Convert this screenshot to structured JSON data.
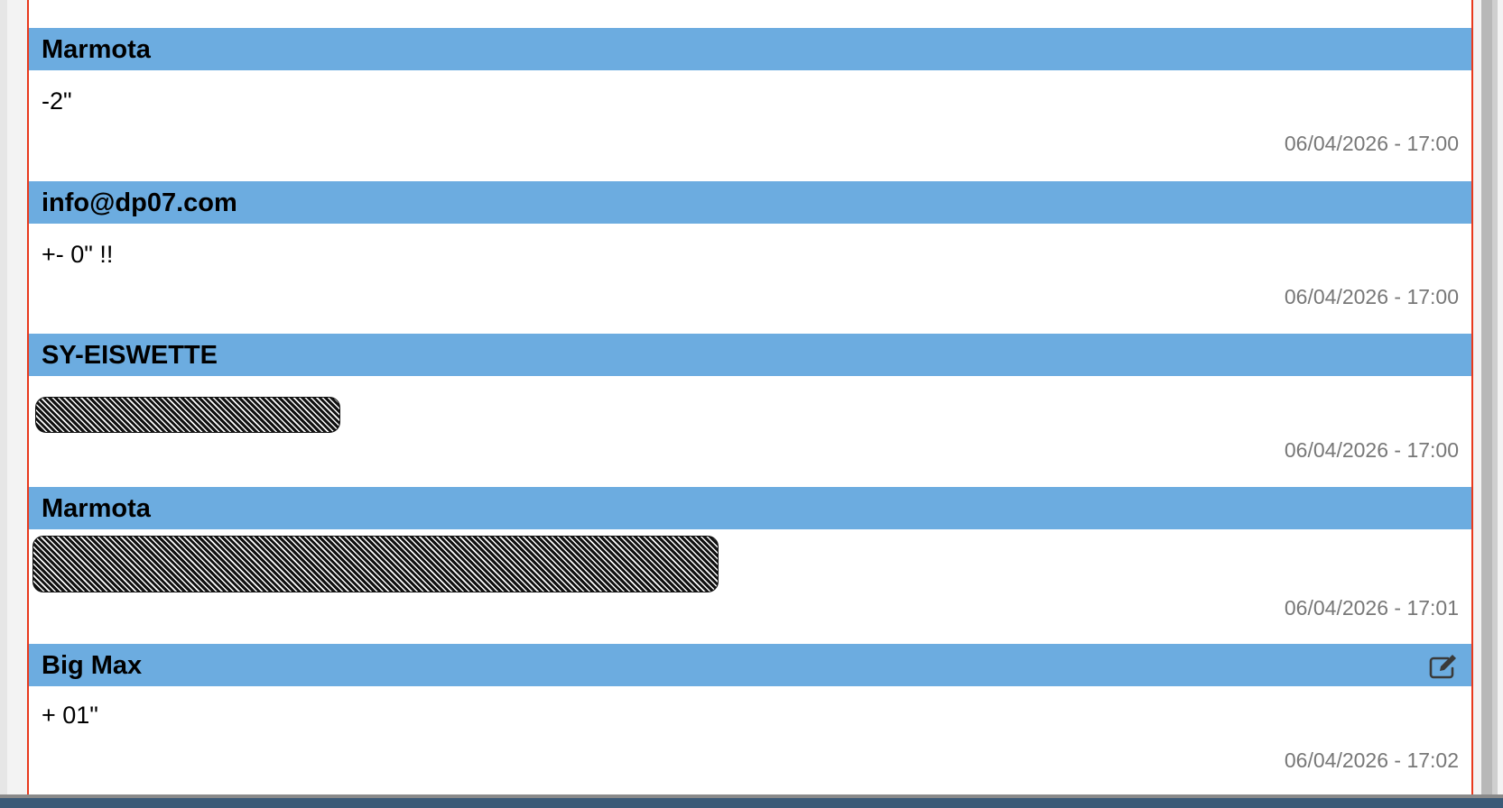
{
  "messages": [
    {
      "author": "Marmota",
      "text": "-2\"",
      "timestamp": "06/04/2026 - 17:00"
    },
    {
      "author": "info@dp07.com",
      "text": "+- 0\" !!",
      "timestamp": "06/04/2026 - 17:00"
    },
    {
      "author": "SY-EISWETTE",
      "text": null,
      "timestamp": "06/04/2026 - 17:00"
    },
    {
      "author": "Marmota",
      "text": null,
      "timestamp": "06/04/2026 - 17:01"
    },
    {
      "author": "Big Max",
      "text": "+ 01\"",
      "timestamp": "06/04/2026 - 17:02",
      "icon": "edit-icon"
    }
  ],
  "colors": {
    "header": "#6cace0",
    "border": "#e8391d",
    "timestamp": "#777777"
  }
}
